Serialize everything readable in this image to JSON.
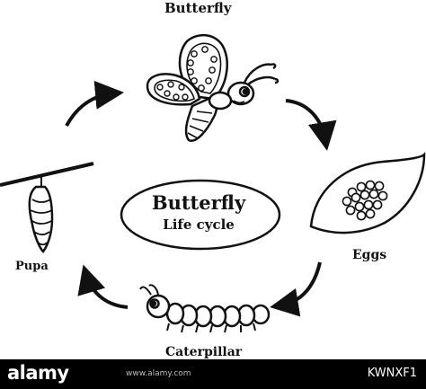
{
  "diagram": {
    "stages": {
      "butterfly": "Butterfly",
      "eggs": "Eggs",
      "caterpillar": "Caterpillar",
      "pupa": "Pupa"
    },
    "center": {
      "title": "Butterfly",
      "subtitle": "Life cycle"
    }
  },
  "footer": {
    "brand": "alamy",
    "image_id": "KWNXF1",
    "watermark": "www.alamy.com"
  },
  "colors": {
    "stroke": "#111111",
    "background": "#ffffff",
    "footer": "#000000"
  }
}
